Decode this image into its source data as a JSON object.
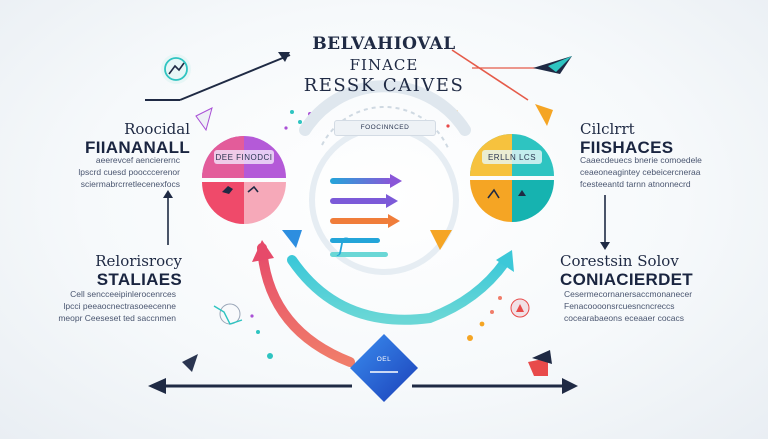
{
  "title": {
    "line1": "BELVAHIOVAL",
    "line2": "FINACE",
    "line3": "RESSK CAIVES"
  },
  "top_left": {
    "small": "Roocidal",
    "big": "FIIANANALL",
    "desc": [
      "aeerevcef aencierernc",
      "lpscrd cuesd poocccerenor",
      "sciermabrcrretlecenexfocs"
    ]
  },
  "mid_left": {
    "small": "Relorisrocy",
    "big": "STALIAES",
    "desc": [
      "Cell sencceeipinlerocenrces",
      "lpcci peeaocnectrasoeecenne",
      "meopr Ceeseset ted saccnmen"
    ]
  },
  "top_right": {
    "small": "Cilclrrt",
    "big": "FIISHACES",
    "desc": [
      "Caaecdeuecs bnerie comoedele",
      "ceaeoneagintey cebeicercneraa",
      "fcesteeantd tarnn atnonnecrd"
    ]
  },
  "mid_right": {
    "small": "Corestsin Solov",
    "big": "CONIACIERDET",
    "desc": [
      "Cesermecornanersaccmonanecer",
      "Fenacoooonsrcuesncncreccs",
      "cocearabaeons eceaaer cocacs"
    ]
  },
  "center": {
    "top_tab": "FOOCINNCED",
    "left_circle_label": "DEE FINODCI",
    "right_circle_label": "ERLLN LCS",
    "diamond_label": "OEL"
  },
  "colors": {
    "pink": "#e8407a",
    "purple": "#a950d6",
    "teal": "#2ec4c1",
    "orange": "#f5a524",
    "yellow": "#f7c948",
    "blue": "#2d6fe0",
    "navy": "#1f2a44",
    "red": "#e84a4a"
  },
  "icons": [
    "chart-icon",
    "paper-plane-icon",
    "arrow-icon",
    "runner-icon",
    "ecg-icon",
    "balance-icon",
    "handshake-icon",
    "fire-icon"
  ]
}
